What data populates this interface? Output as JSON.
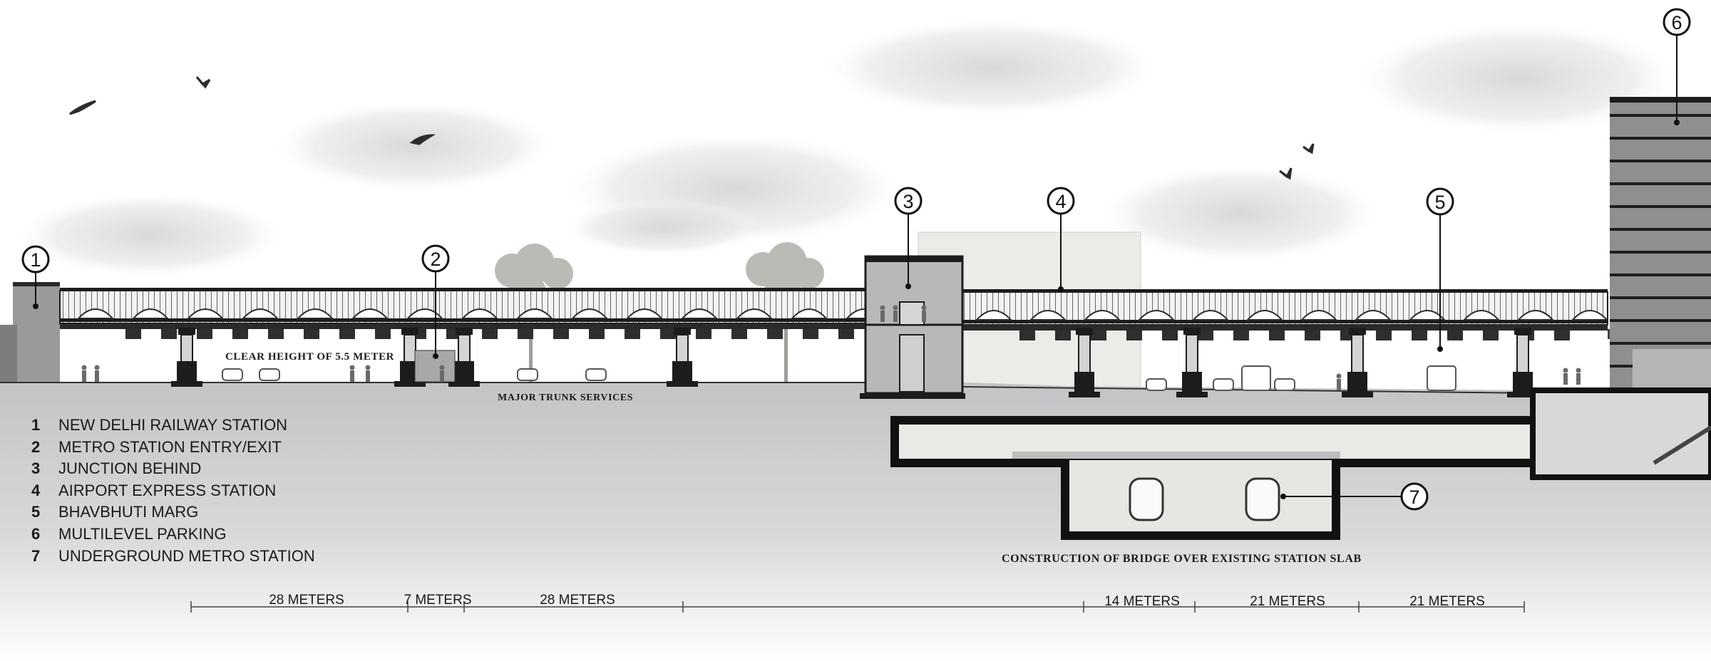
{
  "colors": {
    "sky": "#ffffff",
    "cloud": "#dcdcdc",
    "ground": "#cdcdcf",
    "structure": "#1c1c1c",
    "building": "#8d8d8d",
    "tree": "#b4b9b2"
  },
  "markers": [
    {
      "id": "1",
      "label": "1"
    },
    {
      "id": "2",
      "label": "2"
    },
    {
      "id": "3",
      "label": "3"
    },
    {
      "id": "4",
      "label": "4"
    },
    {
      "id": "5",
      "label": "5"
    },
    {
      "id": "6",
      "label": "6"
    },
    {
      "id": "7",
      "label": "7"
    }
  ],
  "legend": [
    {
      "num": "1",
      "text": "NEW DELHI RAILWAY STATION"
    },
    {
      "num": "2",
      "text": "METRO STATION ENTRY/EXIT"
    },
    {
      "num": "3",
      "text": "JUNCTION BEHIND"
    },
    {
      "num": "4",
      "text": "AIRPORT EXPRESS STATION"
    },
    {
      "num": "5",
      "text": "BHAVBHUTI MARG"
    },
    {
      "num": "6",
      "text": "MULTILEVEL PARKING"
    },
    {
      "num": "7",
      "text": "UNDERGROUND METRO STATION"
    }
  ],
  "annotations": {
    "clear_height": "CLEAR HEIGHT OF 5.5 METER",
    "trunk_services": "MAJOR TRUNK SERVICES",
    "bridge_construction": "CONSTRUCTION OF BRIDGE OVER EXISTING STATION SLAB"
  },
  "dimensions": [
    {
      "label": "28 METERS"
    },
    {
      "label": "7 METERS"
    },
    {
      "label": "28 METERS"
    },
    {
      "label": "14 METERS"
    },
    {
      "label": "21 METERS"
    },
    {
      "label": "21 METERS"
    }
  ]
}
